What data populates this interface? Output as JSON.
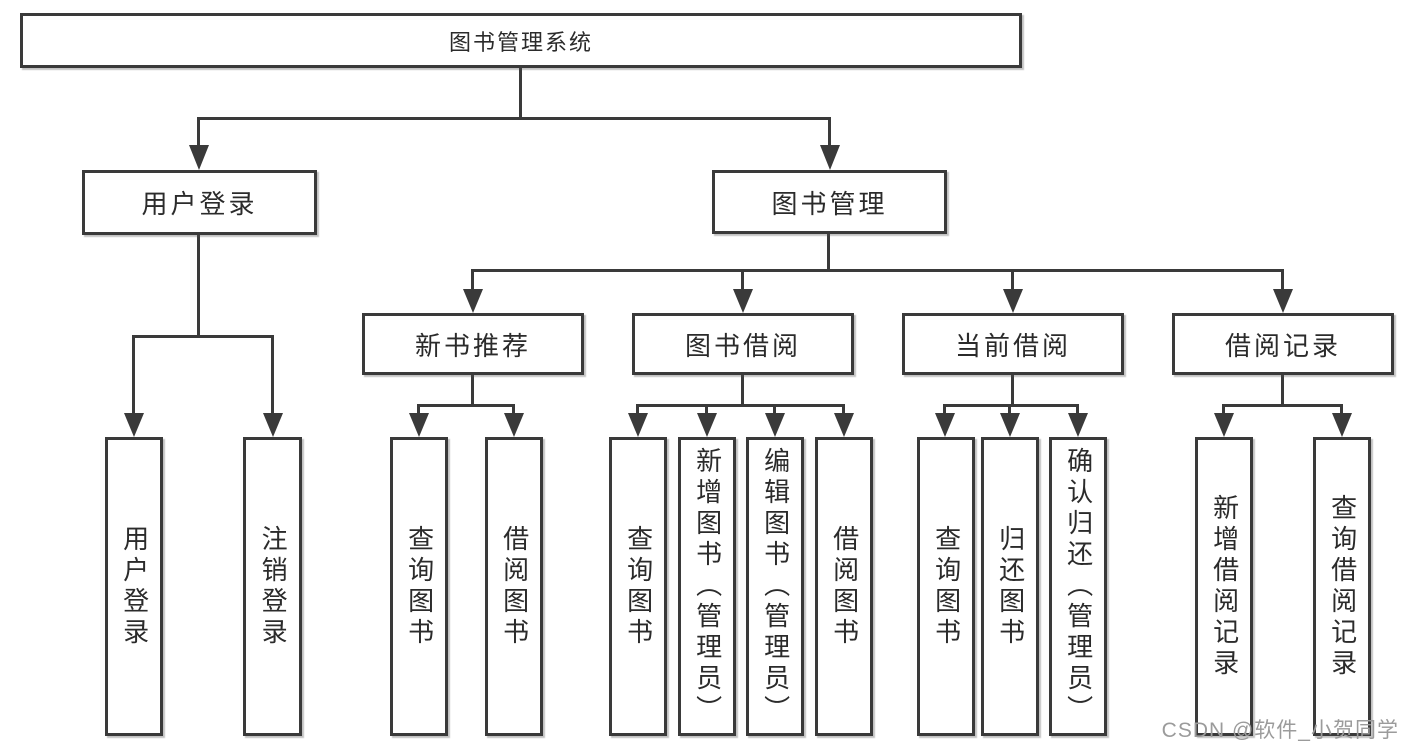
{
  "diagram_title": "图书管理系统",
  "tree": {
    "label": "图书管理系统",
    "children": [
      {
        "label": "用户登录",
        "children": [
          {
            "label": "用户登录"
          },
          {
            "label": "注销登录"
          }
        ]
      },
      {
        "label": "图书管理",
        "children": [
          {
            "label": "新书推荐",
            "children": [
              {
                "label": "查询图书"
              },
              {
                "label": "借阅图书"
              }
            ]
          },
          {
            "label": "图书借阅",
            "children": [
              {
                "label": "查询图书"
              },
              {
                "label": "新增图书（管理员）"
              },
              {
                "label": "编辑图书（管理员）"
              },
              {
                "label": "借阅图书"
              }
            ]
          },
          {
            "label": "当前借阅",
            "children": [
              {
                "label": "查询图书"
              },
              {
                "label": "归还图书"
              },
              {
                "label": "确认归还（管理员）"
              }
            ]
          },
          {
            "label": "借阅记录",
            "children": [
              {
                "label": "新增借阅记录"
              },
              {
                "label": "查询借阅记录"
              }
            ]
          }
        ]
      }
    ]
  },
  "watermark": "CSDN @软件_小贺同学",
  "colors": {
    "line": "#3a3a3a",
    "text": "#2b2b2b",
    "watermark": "#9b9b9b",
    "background": "#ffffff"
  }
}
